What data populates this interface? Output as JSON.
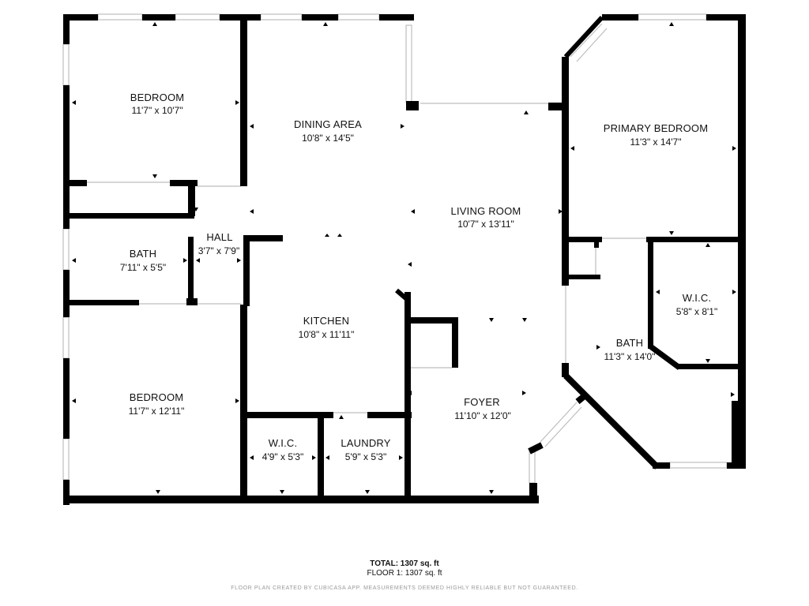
{
  "rooms": {
    "bedroom_top": {
      "name": "BEDROOM",
      "dims": "11'7\" x 10'7\""
    },
    "dining": {
      "name": "DINING AREA",
      "dims": "10'8\" x 14'5\""
    },
    "primary_bedroom": {
      "name": "PRIMARY BEDROOM",
      "dims": "11'3\" x 14'7\""
    },
    "living": {
      "name": "LIVING ROOM",
      "dims": "10'7\" x 13'11\""
    },
    "hall": {
      "name": "HALL",
      "dims": "3'7\" x 7'9\""
    },
    "bath_left": {
      "name": "BATH",
      "dims": "7'11\" x 5'5\""
    },
    "kitchen": {
      "name": "KITCHEN",
      "dims": "10'8\" x 11'11\""
    },
    "wic_right": {
      "name": "W.I.C.",
      "dims": "5'8\" x 8'1\""
    },
    "bath_right": {
      "name": "BATH",
      "dims": "11'3\" x 14'0\""
    },
    "bedroom_bottom": {
      "name": "BEDROOM",
      "dims": "11'7\" x 12'11\""
    },
    "foyer": {
      "name": "FOYER",
      "dims": "11'10\" x 12'0\""
    },
    "wic_left": {
      "name": "W.I.C.",
      "dims": "4'9\" x 5'3\""
    },
    "laundry": {
      "name": "LAUNDRY",
      "dims": "5'9\" x 5'3\""
    }
  },
  "footer": {
    "total": "TOTAL: 1307 sq. ft",
    "floor": "FLOOR 1: 1307 sq. ft",
    "note": "FLOOR PLAN CREATED BY CUBICASA APP. MEASUREMENTS DEEMED HIGHLY RELIABLE BUT NOT GUARANTEED."
  },
  "colors": {
    "wall": "#000000",
    "window": "#bdbdbd",
    "marker": "#000000"
  }
}
